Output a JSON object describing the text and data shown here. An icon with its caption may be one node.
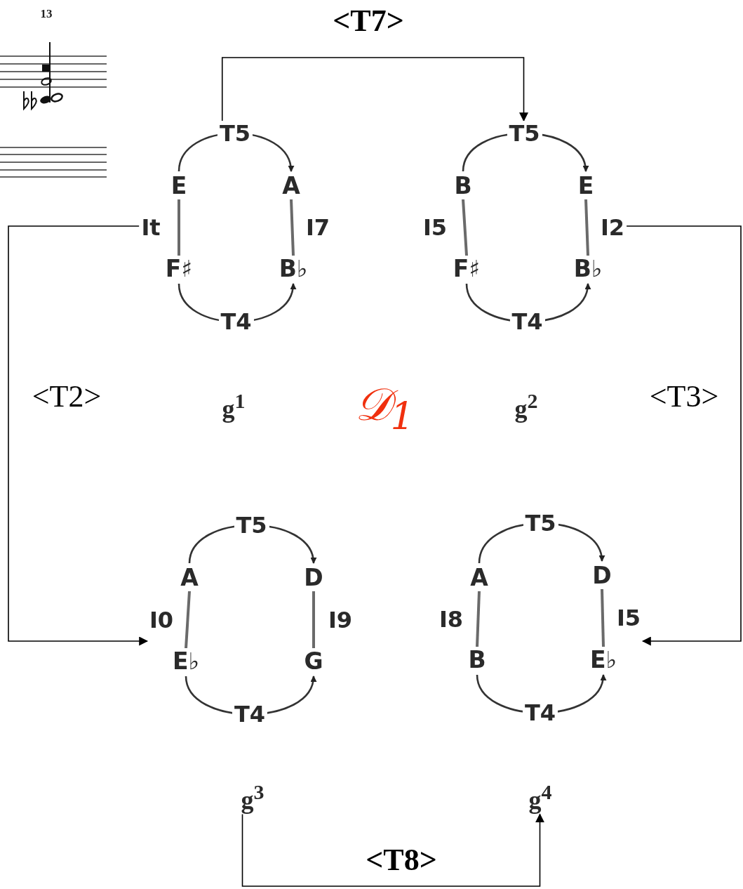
{
  "diagram": {
    "nodes": [
      {
        "text": [
          "g$^{1}$"
        ]
      },
      {
        "text": [
          "E"
        ],
        "in": 0
      },
      {
        "text": [
          "A"
        ],
        "in": 0
      },
      {
        "text": [
          "F♯"
        ],
        "in": 0
      },
      {
        "text": [
          "B♭"
        ],
        "in": 0
      },
      {
        "text": [
          "g$^{2}$"
        ]
      },
      {
        "text": [
          "B"
        ],
        "in": 5
      },
      {
        "text": [
          "E"
        ],
        "in": 5
      },
      {
        "text": [
          "F♯"
        ],
        "in": 5
      },
      {
        "text": [
          "B♭"
        ],
        "in": 5
      },
      {
        "text": [
          "g$^{3}$"
        ]
      },
      {
        "text": [
          "A"
        ],
        "in": 10
      },
      {
        "text": [
          "D"
        ],
        "in": 10
      },
      {
        "text": [
          "E♭"
        ],
        "in": 10
      },
      {
        "text": [
          "G"
        ],
        "in": 10
      },
      {
        "text": [
          "g$^{4}$"
        ]
      },
      {
        "text": [
          "A"
        ],
        "in": 15
      },
      {
        "text": [
          "D"
        ],
        "in": 15
      },
      {
        "text": [
          "B"
        ],
        "in": 15
      },
      {
        "text": [
          "E♭"
        ],
        "in": 15
      }
    ],
    "edges": [
      {
        "from": 1,
        "to": 2,
        "arrow": "to",
        "label": "T5"
      },
      {
        "from": 1,
        "to": 3,
        "arrow": "none",
        "label": "It"
      },
      {
        "from": 2,
        "to": 4,
        "arrow": "none",
        "label": "I7"
      },
      {
        "from": 3,
        "to": 4,
        "arrow": "to",
        "label": "T4"
      },
      {
        "from": 6,
        "to": 7,
        "arrow": "to",
        "label": "T5"
      },
      {
        "from": 6,
        "to": 8,
        "arrow": "none",
        "label": "I5"
      },
      {
        "from": 7,
        "to": 9,
        "arrow": "none",
        "label": "I2"
      },
      {
        "from": 8,
        "to": 9,
        "arrow": "to",
        "label": "T4"
      },
      {
        "from": 11,
        "to": 12,
        "arrow": "to",
        "label": "T5"
      },
      {
        "from": 11,
        "to": 13,
        "arrow": "none",
        "label": "I0"
      },
      {
        "from": 12,
        "to": 14,
        "arrow": "none",
        "label": "I9"
      },
      {
        "from": 13,
        "to": 14,
        "arrow": "to",
        "label": "T4"
      },
      {
        "from": 16,
        "to": 17,
        "arrow": "to",
        "label": "T5"
      },
      {
        "from": 16,
        "to": 18,
        "arrow": "none",
        "label": "I8"
      },
      {
        "from": 17,
        "to": 19,
        "arrow": "none",
        "label": "I5"
      },
      {
        "from": 18,
        "to": 19,
        "arrow": "to",
        "label": "T4"
      },
      {
        "from": 0,
        "to": 5,
        "arrow": "to",
        "label": "<T7>"
      },
      {
        "from": 0,
        "to": 10,
        "arrow": "to",
        "label": "<T2>"
      },
      {
        "from": 5,
        "to": 15,
        "arrow": "to",
        "label": "<T3>"
      },
      {
        "from": 10,
        "to": 15,
        "arrow": "to",
        "label": "<T8>"
      }
    ],
    "labels": [
      "13",
      "𝒟$_{1}$"
    ]
  }
}
